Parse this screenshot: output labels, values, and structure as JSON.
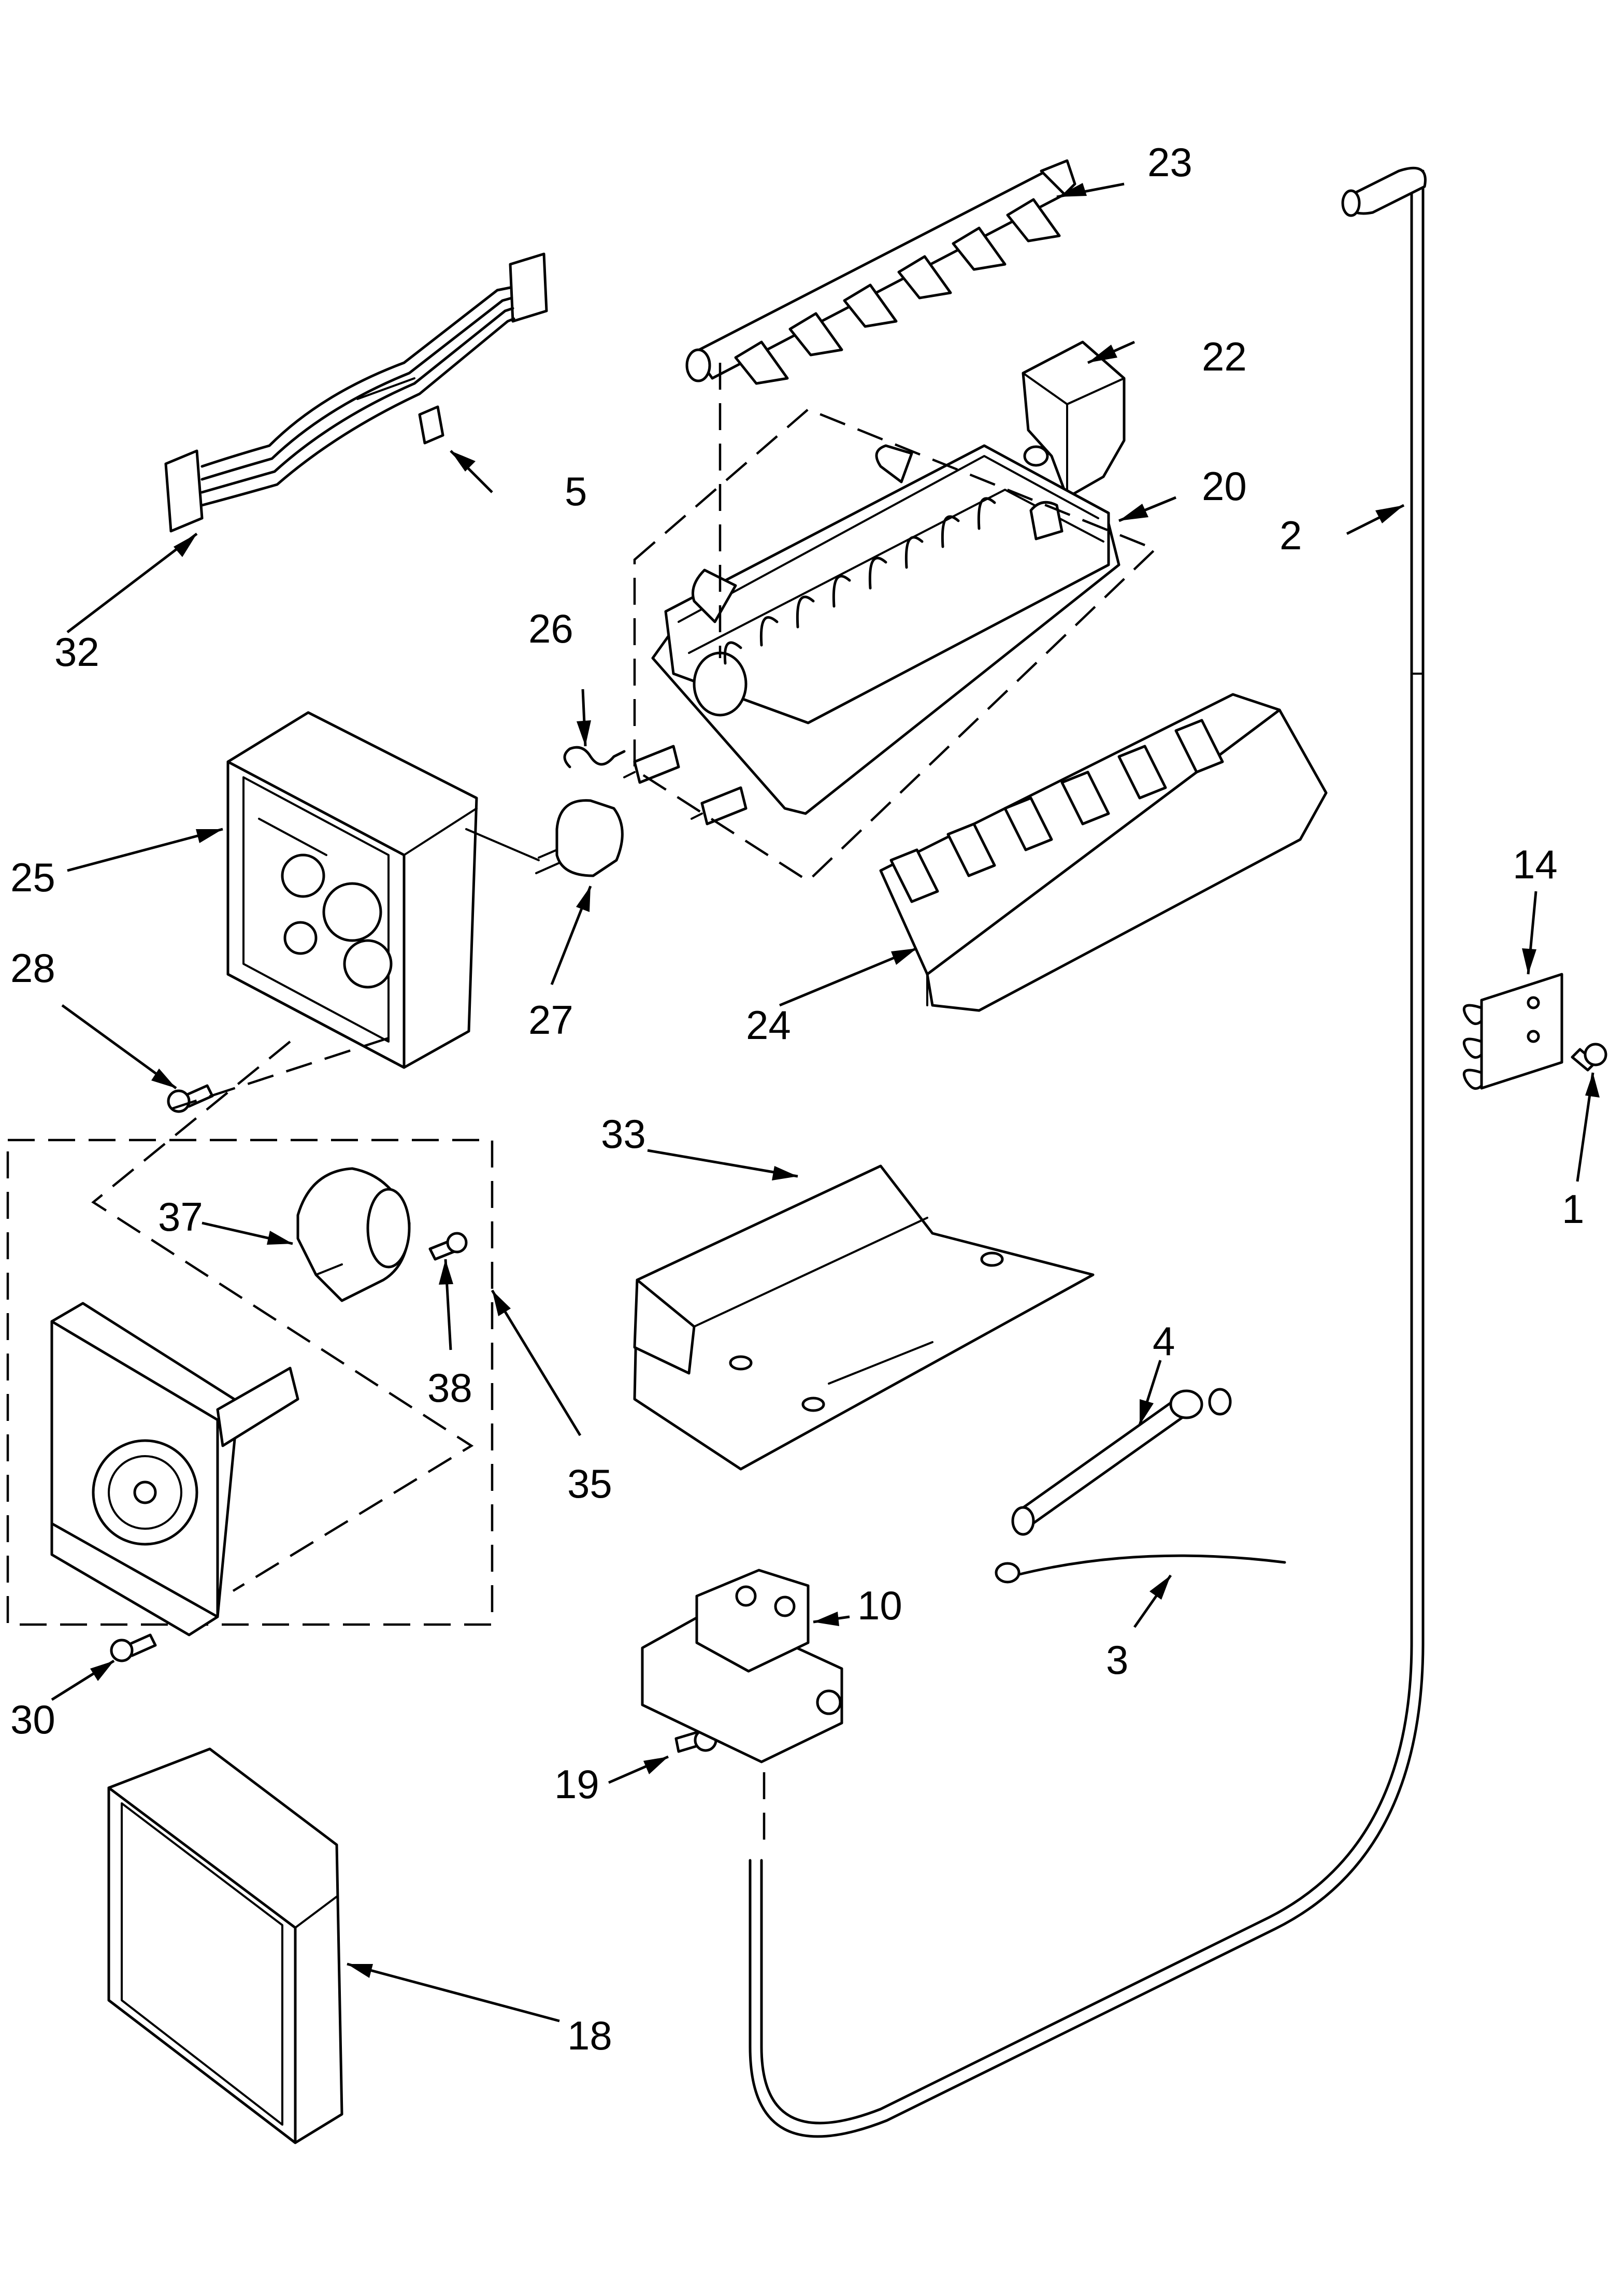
{
  "diagram": {
    "colors": {
      "line": "#000000",
      "background": "#ffffff"
    },
    "parts": [
      {
        "id": "p1",
        "label": "1"
      },
      {
        "id": "p2",
        "label": "2"
      },
      {
        "id": "p3",
        "label": "3"
      },
      {
        "id": "p4",
        "label": "4"
      },
      {
        "id": "p5",
        "label": "5"
      },
      {
        "id": "p10",
        "label": "10"
      },
      {
        "id": "p14",
        "label": "14"
      },
      {
        "id": "p18",
        "label": "18"
      },
      {
        "id": "p19",
        "label": "19"
      },
      {
        "id": "p20",
        "label": "20"
      },
      {
        "id": "p22",
        "label": "22"
      },
      {
        "id": "p23",
        "label": "23"
      },
      {
        "id": "p24",
        "label": "24"
      },
      {
        "id": "p25",
        "label": "25"
      },
      {
        "id": "p26",
        "label": "26"
      },
      {
        "id": "p27",
        "label": "27"
      },
      {
        "id": "p28",
        "label": "28"
      },
      {
        "id": "p30",
        "label": "30"
      },
      {
        "id": "p32",
        "label": "32"
      },
      {
        "id": "p33",
        "label": "33"
      },
      {
        "id": "p35",
        "label": "35"
      },
      {
        "id": "p37",
        "label": "37"
      },
      {
        "id": "p38",
        "label": "38"
      }
    ]
  }
}
